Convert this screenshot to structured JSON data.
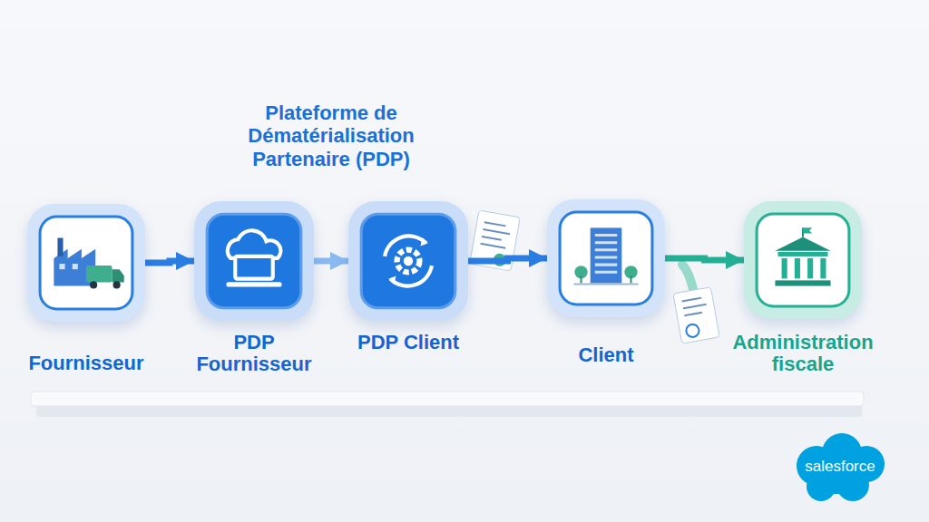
{
  "diagram": {
    "title": "Plateforme de Dématérialisation Partenaire (PDP)",
    "nodes": [
      {
        "text": [
          "Fournisseur"
        ]
      },
      {
        "text": [
          "PDP Fournisseur"
        ]
      },
      {
        "text": [
          "PDP Client"
        ]
      },
      {
        "text": [
          "Client"
        ]
      },
      {
        "text": [
          "Administration fiscale"
        ]
      }
    ],
    "edges": [
      {
        "from": 0,
        "to": 1,
        "arrow": "to"
      },
      {
        "from": 1,
        "to": 2,
        "arrow": "to"
      },
      {
        "from": 2,
        "to": 3,
        "arrow": "to"
      },
      {
        "from": 3,
        "to": 4,
        "arrow": "to"
      }
    ],
    "labels": [
      "salesforce"
    ]
  }
}
